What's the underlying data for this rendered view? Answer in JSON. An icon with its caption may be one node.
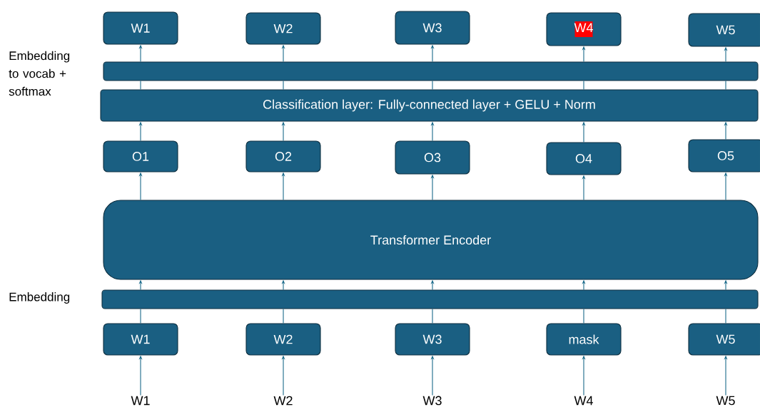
{
  "diagram": {
    "nodes": [
      {
        "text": [
          "W1"
        ]
      },
      {
        "text": [
          "W2"
        ]
      },
      {
        "text": [
          "W3"
        ]
      },
      {
        "text": [
          "W4"
        ]
      },
      {
        "text": [
          "W5"
        ]
      },
      {
        "text": [],
        "shape": "bar",
        "beside": [
          "Embedding to vocab + softmax"
        ]
      },
      {
        "text": [
          "Classification layer: Fully-connected layer + GELU + Norm"
        ]
      },
      {
        "text": [
          "O1"
        ]
      },
      {
        "text": [
          "O2"
        ]
      },
      {
        "text": [
          "O3"
        ]
      },
      {
        "text": [
          "O4"
        ]
      },
      {
        "text": [
          "O5"
        ]
      },
      {
        "text": [
          "Transformer Encoder"
        ]
      },
      {
        "text": [],
        "shape": "bar",
        "beside": [
          "Embedding"
        ]
      },
      {
        "text": [
          "W1"
        ]
      },
      {
        "text": [
          "W2"
        ]
      },
      {
        "text": [
          "W3"
        ]
      },
      {
        "text": [
          "mask"
        ]
      },
      {
        "text": [
          "W5"
        ]
      },
      {
        "text": [
          "W1"
        ]
      },
      {
        "text": [
          "W2"
        ]
      },
      {
        "text": [
          "W3"
        ]
      },
      {
        "text": [
          "W4"
        ]
      },
      {
        "text": [
          "W5"
        ]
      }
    ],
    "edges": [
      {
        "from": 19,
        "to": 14,
        "arrow": "to"
      },
      {
        "from": 20,
        "to": 15,
        "arrow": "to"
      },
      {
        "from": 21,
        "to": 16,
        "arrow": "to"
      },
      {
        "from": 22,
        "to": 17,
        "arrow": "to"
      },
      {
        "from": 23,
        "to": 18,
        "arrow": "to"
      },
      {
        "from": 14,
        "to": 13,
        "arrow": "none"
      },
      {
        "from": 15,
        "to": 13,
        "arrow": "none"
      },
      {
        "from": 16,
        "to": 13,
        "arrow": "none"
      },
      {
        "from": 17,
        "to": 13,
        "arrow": "none"
      },
      {
        "from": 18,
        "to": 13,
        "arrow": "none"
      },
      {
        "from": 13,
        "to": 12,
        "arrow": "to"
      },
      {
        "from": 13,
        "to": 12,
        "arrow": "to"
      },
      {
        "from": 13,
        "to": 12,
        "arrow": "to"
      },
      {
        "from": 13,
        "to": 12,
        "arrow": "to"
      },
      {
        "from": 13,
        "to": 12,
        "arrow": "to"
      },
      {
        "from": 12,
        "to": 7,
        "arrow": "to"
      },
      {
        "from": 12,
        "to": 8,
        "arrow": "to"
      },
      {
        "from": 12,
        "to": 9,
        "arrow": "to"
      },
      {
        "from": 12,
        "to": 10,
        "arrow": "to"
      },
      {
        "from": 12,
        "to": 11,
        "arrow": "to"
      },
      {
        "from": 7,
        "to": 6,
        "arrow": "to"
      },
      {
        "from": 8,
        "to": 6,
        "arrow": "to"
      },
      {
        "from": 9,
        "to": 6,
        "arrow": "to"
      },
      {
        "from": 10,
        "to": 6,
        "arrow": "to"
      },
      {
        "from": 11,
        "to": 6,
        "arrow": "to"
      },
      {
        "from": 6,
        "to": 5,
        "arrow": "none"
      },
      {
        "from": 6,
        "to": 5,
        "arrow": "none"
      },
      {
        "from": 6,
        "to": 5,
        "arrow": "none"
      },
      {
        "from": 6,
        "to": 5,
        "arrow": "none"
      },
      {
        "from": 6,
        "to": 5,
        "arrow": "none"
      },
      {
        "from": 5,
        "to": 0,
        "arrow": "to"
      },
      {
        "from": 5,
        "to": 1,
        "arrow": "to"
      },
      {
        "from": 5,
        "to": 2,
        "arrow": "to"
      },
      {
        "from": 5,
        "to": 3,
        "arrow": "to"
      },
      {
        "from": 5,
        "to": 4,
        "arrow": "to"
      }
    ]
  }
}
